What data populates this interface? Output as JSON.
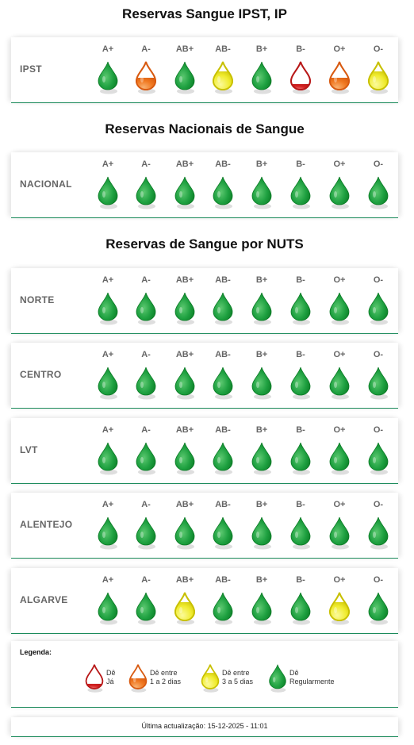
{
  "blood_types": [
    "A+",
    "A-",
    "AB+",
    "AB-",
    "B+",
    "B-",
    "O+",
    "O-"
  ],
  "status_colors": {
    "red": "#d42020",
    "orange": "#f07820",
    "yellow": "#f4f030",
    "green": "#0a8a2a"
  },
  "sections": [
    {
      "title": "Reservas Sangue IPST, IP",
      "regions": [
        {
          "name": "IPST",
          "levels": [
            "green",
            "orange",
            "green",
            "yellow",
            "green",
            "red",
            "orange",
            "yellow"
          ]
        }
      ]
    },
    {
      "title": "Reservas Nacionais de Sangue",
      "regions": [
        {
          "name": "NACIONAL",
          "levels": [
            "green",
            "green",
            "green",
            "green",
            "green",
            "green",
            "green",
            "green"
          ]
        }
      ]
    },
    {
      "title": "Reservas de Sangue por NUTS",
      "regions": [
        {
          "name": "NORTE",
          "levels": [
            "green",
            "green",
            "green",
            "green",
            "green",
            "green",
            "green",
            "green"
          ]
        },
        {
          "name": "CENTRO",
          "levels": [
            "green",
            "green",
            "green",
            "green",
            "green",
            "green",
            "green",
            "green"
          ]
        },
        {
          "name": "LVT",
          "levels": [
            "green",
            "green",
            "green",
            "green",
            "green",
            "green",
            "green",
            "green"
          ]
        },
        {
          "name": "ALENTEJO",
          "levels": [
            "green",
            "green",
            "green",
            "green",
            "green",
            "green",
            "green",
            "green"
          ]
        },
        {
          "name": "ALGARVE",
          "levels": [
            "green",
            "green",
            "yellow",
            "green",
            "green",
            "green",
            "yellow",
            "green"
          ]
        }
      ]
    }
  ],
  "legend": {
    "title": "Legenda:",
    "items": [
      {
        "status": "red",
        "text": "Dê\nJá"
      },
      {
        "status": "orange",
        "text": "Dê entre\n1 a 2 dias"
      },
      {
        "status": "yellow",
        "text": "Dê entre\n3 a 5 dias"
      },
      {
        "status": "green",
        "text": "Dê\nRegularmente"
      }
    ]
  },
  "footer": {
    "last_update": "Última actualização: 15-12-2025 - 11:01"
  }
}
